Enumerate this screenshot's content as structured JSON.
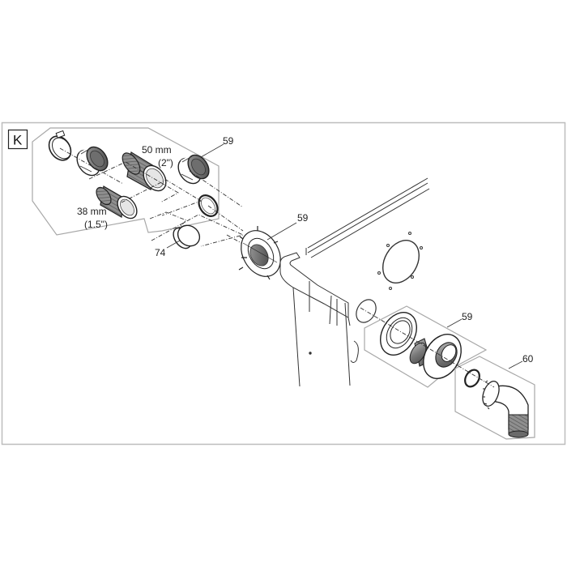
{
  "diagram": {
    "panel_letter": "K",
    "colors": {
      "frame": "#bdbdbd",
      "group_outline": "#a8a8a8",
      "line": "#333333",
      "part_fill": "#ffffff",
      "part_shade": "#8a8a8a",
      "dark_shade": "#5e5e5e"
    },
    "callouts": [
      {
        "id": "callout-59-top",
        "number": "59"
      },
      {
        "id": "callout-59-mid",
        "number": "59"
      },
      {
        "id": "callout-59-right",
        "number": "59"
      },
      {
        "id": "callout-60",
        "number": "60"
      },
      {
        "id": "callout-74",
        "number": "74"
      }
    ],
    "size_labels": {
      "large_adapter_mm": "50 mm",
      "large_adapter_in": "(2\")",
      "small_adapter_mm": "38 mm",
      "small_adapter_in": "(1.5\")"
    }
  }
}
